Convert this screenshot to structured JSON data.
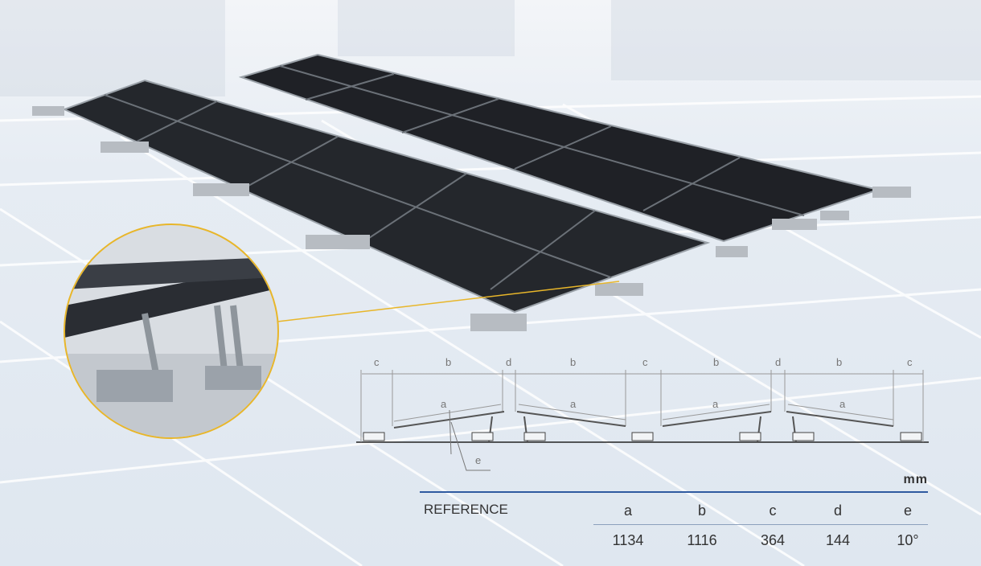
{
  "diagram": {
    "dimension_labels": {
      "a": "a",
      "b": "b",
      "c": "c",
      "d": "d",
      "e": "e"
    },
    "inset_accent_color": "#e8b62a"
  },
  "table": {
    "unit": "mm",
    "row_header": "REFERENCE",
    "columns": [
      "a",
      "b",
      "c",
      "d",
      "e"
    ],
    "values": [
      "1134",
      "1116",
      "364",
      "144",
      "10°"
    ]
  }
}
